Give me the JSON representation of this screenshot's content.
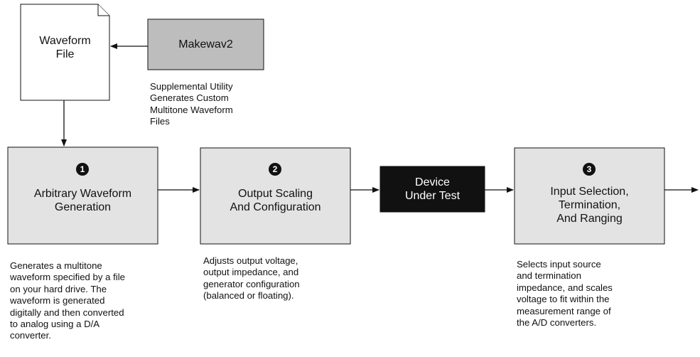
{
  "waveform_file": {
    "label": "Waveform\nFile"
  },
  "makewav": {
    "label": "Makewav2",
    "note": "Supplemental Utility\nGenerates Custom\nMultitone Waveform\nFiles"
  },
  "steps": [
    {
      "number": "1",
      "label": "Arbitrary Waveform\nGeneration",
      "note": "Generates a multitone\nwaveform specified by a file\non your hard drive.  The\nwaveform is generated\ndigitally and then converted\nto analog using a D/A\nconverter."
    },
    {
      "number": "2",
      "label": "Output Scaling\nAnd Configuration",
      "note": "Adjusts output voltage,\noutput impedance, and\ngenerator configuration\n(balanced or floating)."
    },
    {
      "number": "3",
      "label": "Input Selection,\nTermination,\nAnd Ranging",
      "note": "Selects input source\nand termination\nimpedance, and scales\nvoltage to fit within the\nmeasurement range of\nthe A/D converters."
    }
  ],
  "dut": {
    "label": "Device\nUnder Test"
  },
  "colors": {
    "box_fill": "#e3e3e3",
    "makewav_fill": "#bdbdbd",
    "dut_fill": "#111111",
    "stroke": "#111111"
  }
}
